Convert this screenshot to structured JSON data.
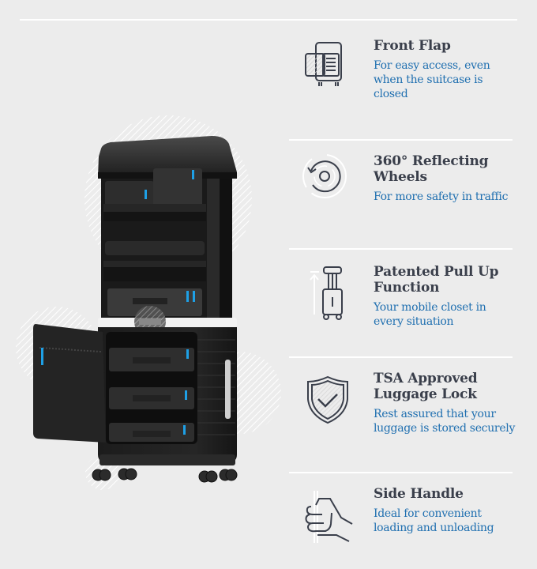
{
  "colors": {
    "background": "#ececec",
    "divider": "#ffffff",
    "title": "#3a3f4b",
    "description": "#1f6fb0",
    "icon_stroke": "#3a3f4b",
    "accent_zipper": "#1ea0e6"
  },
  "product": {
    "name": "suitcase-with-pull-up-shelves",
    "alt": "Black suitcase with extended pull-up shelving and open front flap"
  },
  "features": [
    {
      "icon": "front-flap-icon",
      "title": "Front Flap",
      "description": "For easy access, even when the suitcase is closed"
    },
    {
      "icon": "wheel-rotation-icon",
      "title": "360° Reflecting Wheels",
      "description": "For more safety in traffic"
    },
    {
      "icon": "pull-up-suitcase-icon",
      "title": "Patented Pull Up Function",
      "description": "Your mobile closet in every situation"
    },
    {
      "icon": "shield-check-icon",
      "title": "TSA Approved Luggage Lock",
      "description": "Rest assured that your luggage is stored securely"
    },
    {
      "icon": "hand-grip-icon",
      "title": "Side Handle",
      "description": "Ideal for convenient loading and unloading"
    }
  ]
}
